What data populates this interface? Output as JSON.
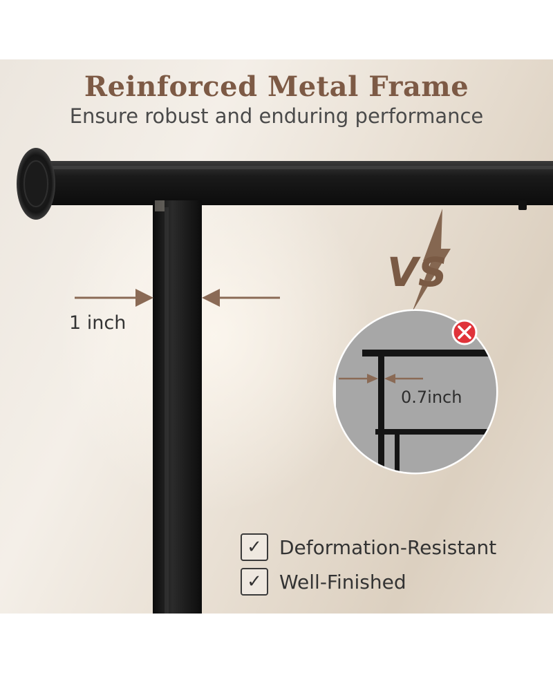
{
  "header": {
    "title": "Reinforced Metal Frame",
    "subtitle": "Ensure robust and enduring performance"
  },
  "comparison": {
    "vs_text": "VS",
    "ours_label": "1 inch",
    "theirs_label": "0.7inch",
    "reject_icon": "x-circle-icon"
  },
  "features": [
    {
      "icon": "check-box-icon",
      "check": "✓",
      "label": "Deformation-Resistant"
    },
    {
      "icon": "check-box-icon",
      "check": "✓",
      "label": "Well-Finished"
    }
  ],
  "colors": {
    "title_brown": "#7d5a45",
    "vs_brown": "#7a5a44",
    "arrow_brown": "#8a6a55",
    "frame_black": "#1c1c1c",
    "reject_red": "#e0333a"
  }
}
